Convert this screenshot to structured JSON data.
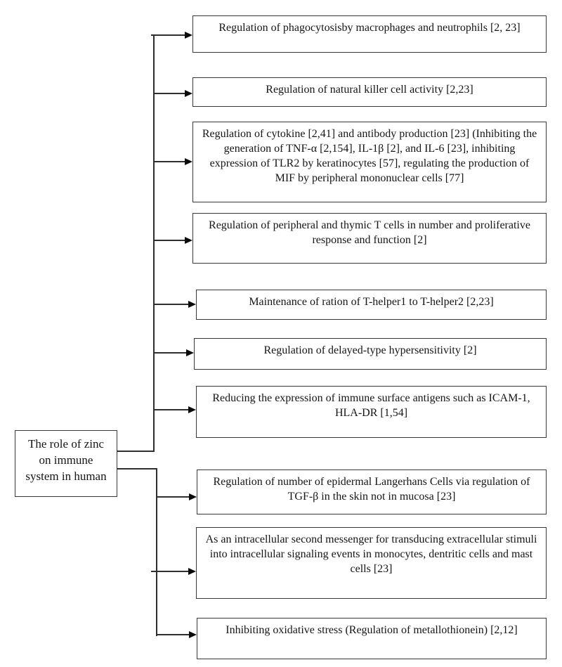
{
  "diagram": {
    "title_semantic": "The role of zinc on immune system in human - flowchart",
    "source": {
      "label": "The role of zinc\non immune\nsystem in human"
    },
    "boxes": [
      {
        "label": "Regulation of phagocytosisby macrophages and neutrophils [2, 23]"
      },
      {
        "label": "Regulation of natural killer cell activity [2,23]"
      },
      {
        "label": "Regulation of cytokine [2,41] and antibody production [23] (Inhibiting the generation of TNF-α [2,154], IL-1β [2], and IL-6 [23], inhibiting expression of TLR2 by keratinocytes [57],  regulating  the production of MIF by peripheral mononuclear cells [77]"
      },
      {
        "label": "Regulation of peripheral and thymic T cells in number and proliferative response and function [2]"
      },
      {
        "label": "Maintenance of ration of T-helper1 to T-helper2 [2,23]"
      },
      {
        "label": "Regulation of delayed-type hypersensitivity [2]"
      },
      {
        "label": "Reducing the expression of immune surface antigens such as ICAM-1, HLA-DR [1,54]"
      },
      {
        "label": "Regulation of number of epidermal Langerhans Cells via regulation of TGF-β in the skin not in mucosa [23]"
      },
      {
        "label": "As an intracellular second messenger for transducing extracellular stimuli into intracellular signaling events in monocytes, dentritic cells and mast cells [23]"
      },
      {
        "label": "Inhibiting oxidative stress (Regulation of metallothionein) [2,12]"
      }
    ],
    "colors": {
      "background": "#ffffff",
      "line": "#2e2e2e",
      "border": "#383838",
      "text": "#151515"
    }
  }
}
